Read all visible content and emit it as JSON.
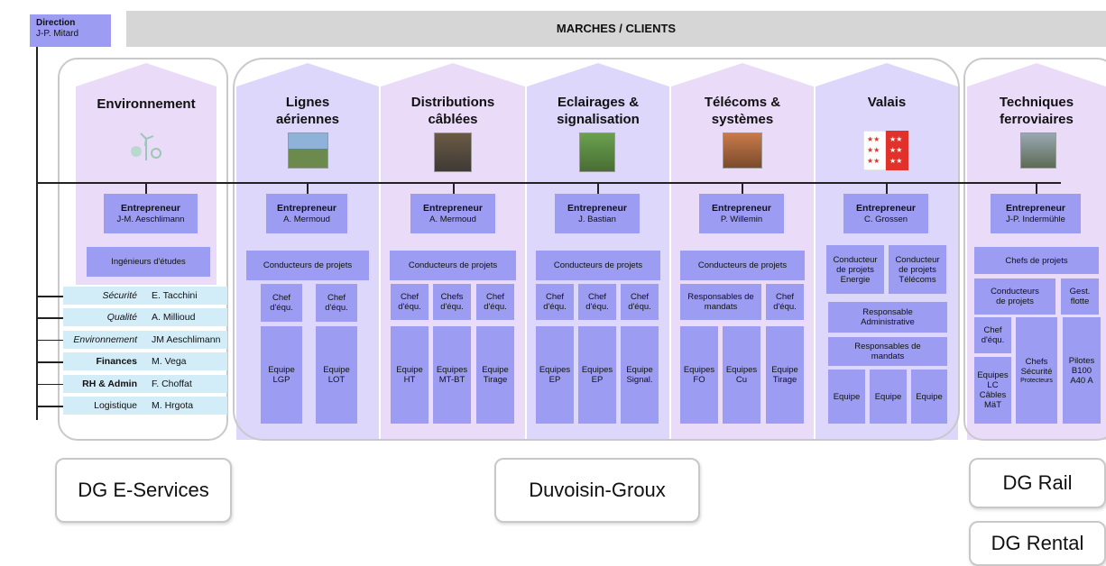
{
  "direction": {
    "title": "Direction",
    "person": "J-P. Mitard"
  },
  "banner": "MARCHES / CLIENTS",
  "units": {
    "env": {
      "title": "Environnement",
      "manager_role": "Entrepreneur",
      "manager": "J-M. Aeschlimann",
      "sub": "Ingénieurs d'études"
    },
    "lignes": {
      "title1": "Lignes",
      "title2": "aériennes",
      "manager_role": "Entrepreneur",
      "manager": "A. Mermoud",
      "conducteurs": "Conducteurs de projets",
      "chef1": "Chef d'équ.",
      "chef2": "Chef d'équ.",
      "team1": "Equipe LGP",
      "team2": "Equipe LOT"
    },
    "distrib": {
      "title1": "Distributions",
      "title2": "câblées",
      "manager_role": "Entrepreneur",
      "manager": "A. Mermoud",
      "conducteurs": "Conducteurs de projets",
      "chef1": "Chef d'équ.",
      "chef2": "Chefs d'équ.",
      "chef3": "Chef d'équ.",
      "team1": "Equipe HT",
      "team2": "Equipes MT-BT",
      "team3": "Equipe Tirage"
    },
    "eclair": {
      "title1": "Eclairages &",
      "title2": "signalisation",
      "manager_role": "Entrepreneur",
      "manager": "J. Bastian",
      "conducteurs": "Conducteurs de projets",
      "chef1": "Chef d'équ.",
      "chef2": "Chef d'équ.",
      "chef3": "Chef d'équ.",
      "team1": "Equipes EP",
      "team2": "Equipes EP",
      "team3": "Equipe Signal."
    },
    "telecom": {
      "title1": "Télécoms &",
      "title2": "systèmes",
      "manager_role": "Entrepreneur",
      "manager": "P. Willemin",
      "conducteurs": "Conducteurs de projets",
      "resp": "Responsables de mandats",
      "chef": "Chef d'équ.",
      "team1": "Equipes FO",
      "team2": "Equipes Cu",
      "team3": "Equipe Tirage"
    },
    "valais": {
      "title": "Valais",
      "manager_role": "Entrepreneur",
      "manager": "C. Grossen",
      "cond1": "Conducteur de projets Energie",
      "cond2": "Conducteur de projets Télécoms",
      "resp_admin": "Responsable Administrative",
      "resp_mandats": "Responsables de mandats",
      "team1": "Equipe",
      "team2": "Equipe",
      "team3": "Equipe"
    },
    "rail": {
      "title1": "Techniques",
      "title2": "ferroviaires",
      "manager_role": "Entrepreneur",
      "manager": "J-P. Indermühle",
      "chefs_projets": "Chefs de projets",
      "conducteurs": "Conducteurs de projets",
      "gest": "Gest. flotte",
      "chef": "Chef d'équ.",
      "equipes": "Equipes LC Câbles MäT",
      "chefs_secu": "Chefs Sécurité",
      "protecteurs": "Protecteurs",
      "pilotes": "Pilotes B100 A40 A"
    }
  },
  "services": [
    {
      "key": "Sécurité",
      "value": "E. Tacchini",
      "style": "i"
    },
    {
      "key": "Qualité",
      "value": "A. Millioud",
      "style": "i"
    },
    {
      "key": "Environnement",
      "value": "JM Aeschlimann",
      "style": "i"
    },
    {
      "key": "Finances",
      "value": "M. Vega",
      "style": "b"
    },
    {
      "key": "RH & Admin",
      "value": "F. Choffat",
      "style": "b"
    },
    {
      "key": "Logistique",
      "value": "M. Hrgota",
      "style": "n"
    }
  ],
  "companies": {
    "eservices": "DG E-Services",
    "dg": "Duvoisin-Groux",
    "rail": "DG Rail",
    "rental": "DG Rental"
  },
  "colors": {
    "box": "#9b9cf2",
    "column": "#dcd7fb",
    "service": "#d2ecf8",
    "banner": "#d6d6d6"
  }
}
